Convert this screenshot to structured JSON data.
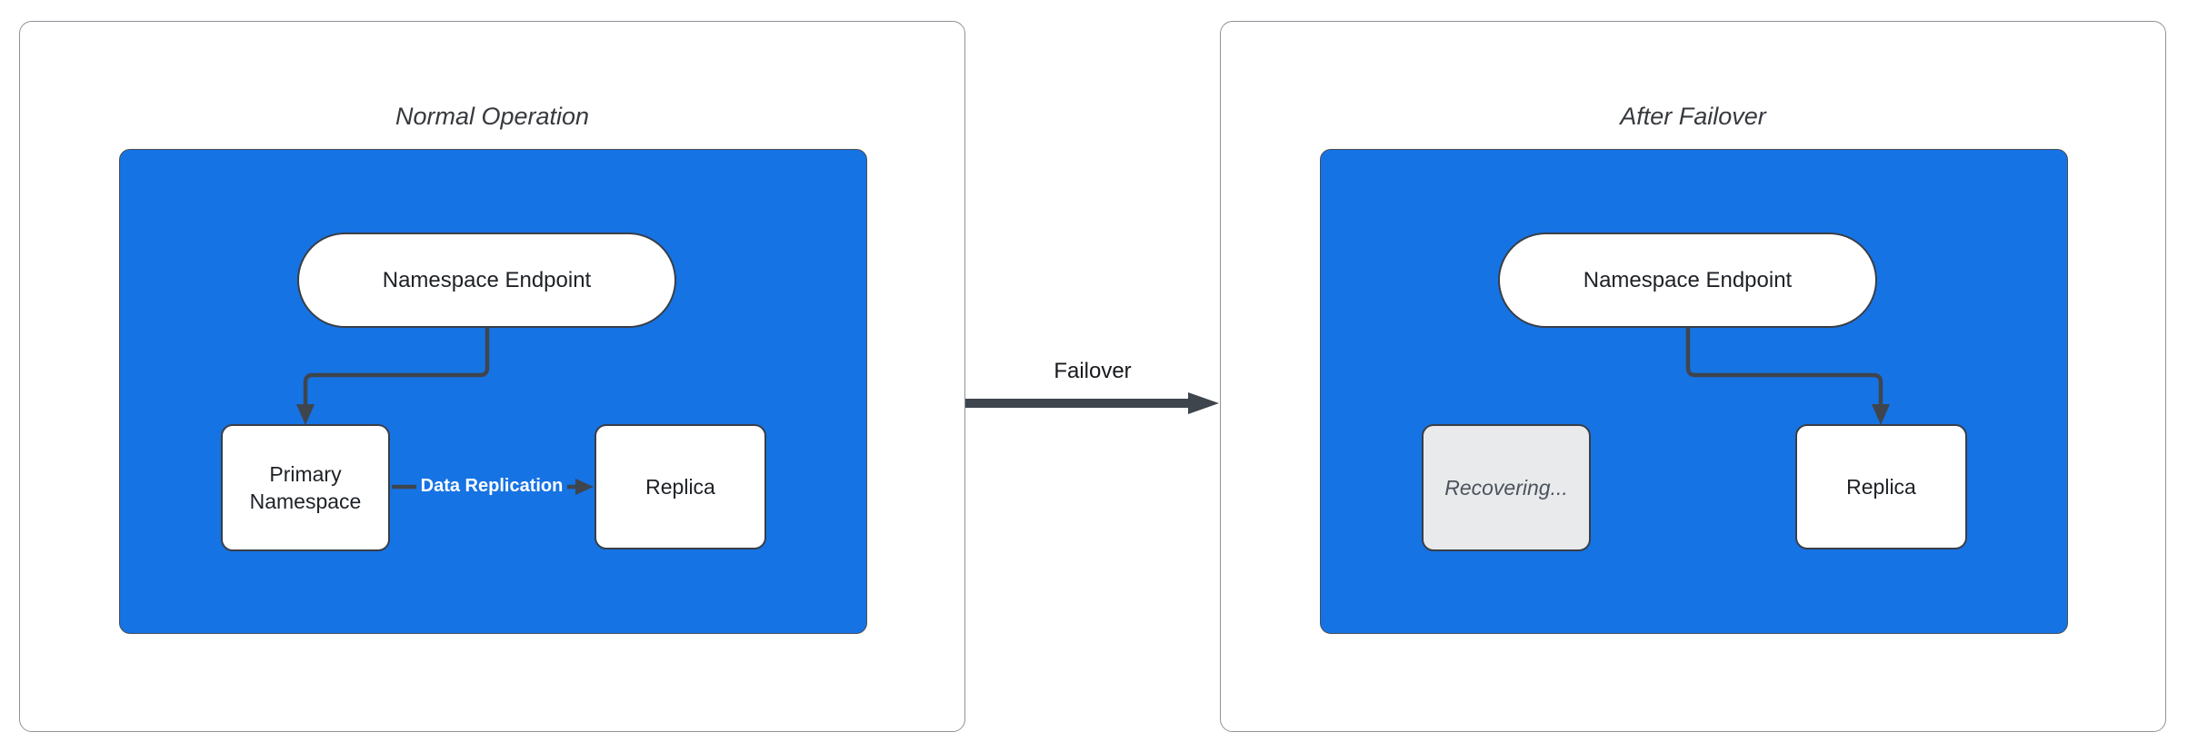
{
  "panels": [
    {
      "title": "Normal Operation",
      "endpoint_label": "Namespace Endpoint",
      "left_node_label": "Primary Namespace",
      "right_node_label": "Replica",
      "edge_label": "Data Replication"
    },
    {
      "title": "After Failover",
      "endpoint_label": "Namespace Endpoint",
      "left_node_label": "Recovering...",
      "right_node_label": "Replica"
    }
  ],
  "transition_label": "Failover",
  "colors": {
    "container_blue": "#1673E4",
    "node_white": "#FFFFFF",
    "recovering_gray": "#E8EAEC",
    "stroke": "#3F454D",
    "panel_border": "#8E9398",
    "title_text": "#36393E",
    "node_text": "#1E2126",
    "edge_label_text": "#FFFFFF",
    "recovering_text": "#4C535C",
    "transition_text": "#17191C"
  }
}
